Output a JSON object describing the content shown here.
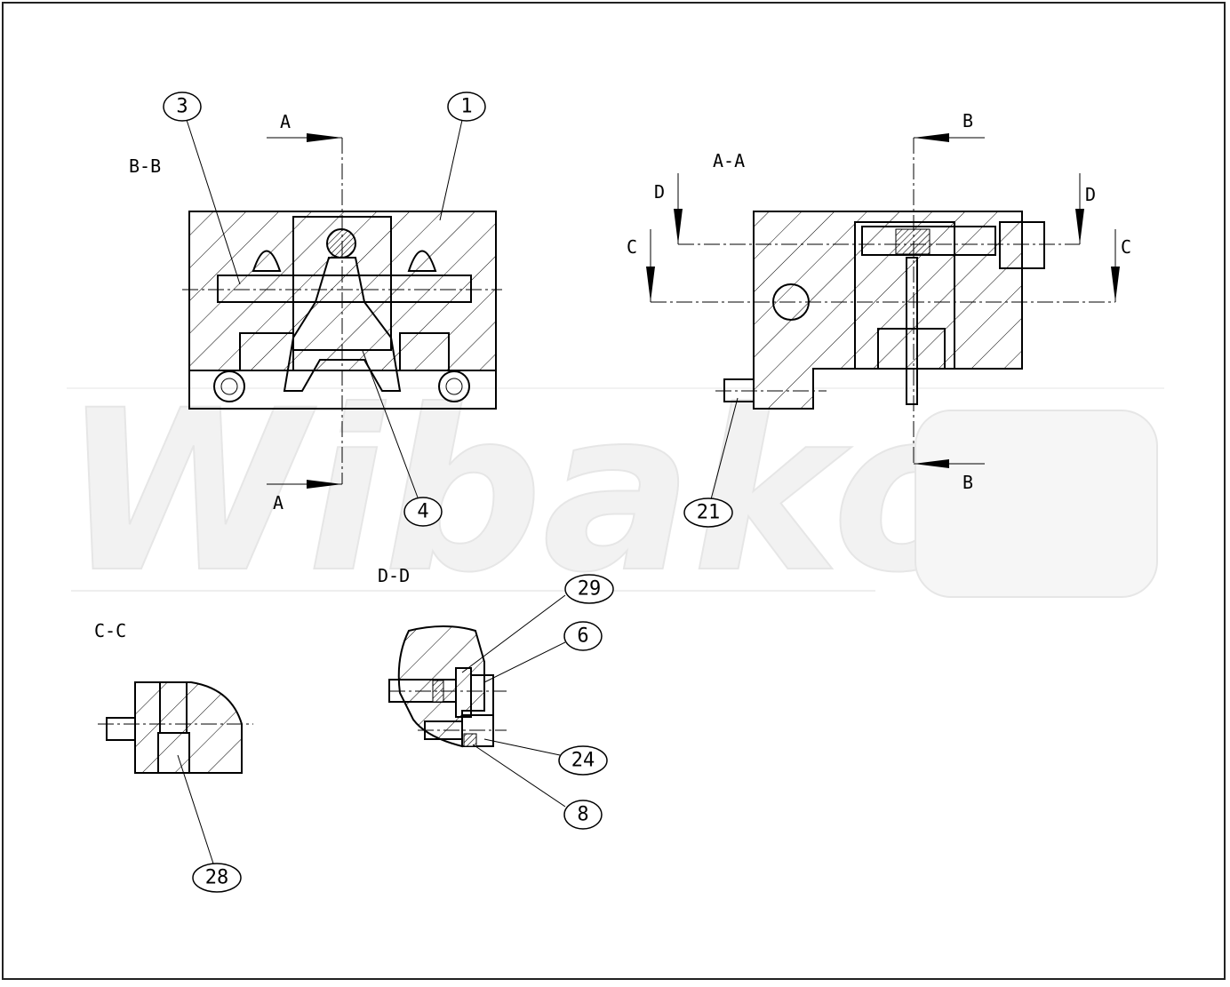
{
  "watermark": {
    "text": "Wibako"
  },
  "views": {
    "bb": {
      "title": "B-B"
    },
    "aa": {
      "title": "A-A"
    },
    "cc": {
      "title": "C-C"
    },
    "dd": {
      "title": "D-D"
    }
  },
  "cut_labels": {
    "a_top": "A",
    "a_bottom": "A",
    "b_top": "B",
    "b_bottom": "B",
    "d_left": "D",
    "d_right": "D",
    "c_left": "C",
    "c_right": "C"
  },
  "balloons": {
    "b3": "3",
    "b1": "1",
    "b4": "4",
    "b21": "21",
    "b29": "29",
    "b6": "6",
    "b24": "24",
    "b8": "8",
    "b28": "28"
  },
  "colors": {
    "line": "#000000",
    "watermark": "#f2f2f2",
    "background": "#ffffff"
  }
}
